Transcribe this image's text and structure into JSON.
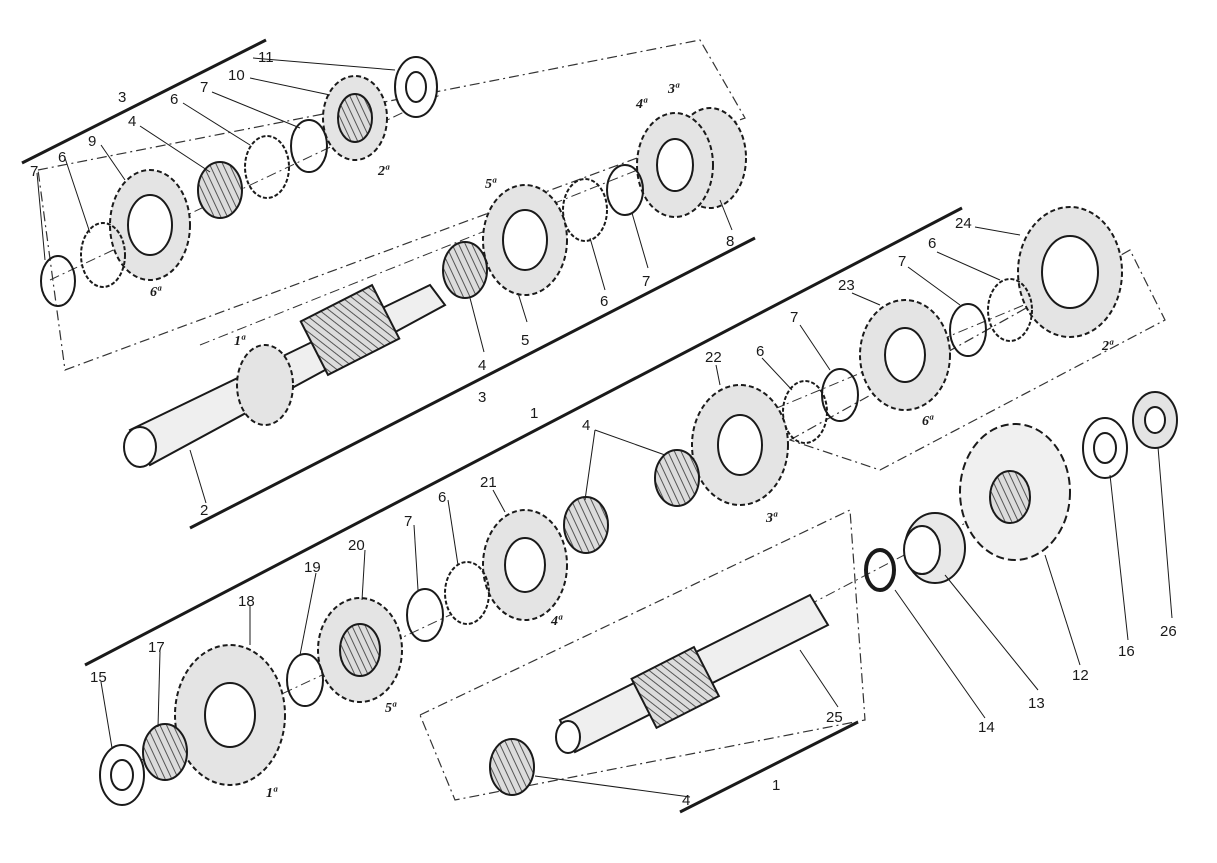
{
  "diagram": {
    "colors": {
      "ink": "#1a1a1a",
      "metal": "#9a9a9a",
      "metal_light": "#d6d6d6",
      "background": "#ffffff"
    },
    "callouts": {
      "n1_top": "1",
      "n1_bottom": "1",
      "n2": "2",
      "n3_top": "3",
      "n3_bottom": "3",
      "n4_a": "4",
      "n4_b": "4",
      "n4_c": "4",
      "n4_d": "4",
      "n5": "5",
      "n6_a": "6",
      "n6_b": "6",
      "n6_c": "6",
      "n6_d": "6",
      "n6_e": "6",
      "n6_f": "6",
      "n7_a": "7",
      "n7_b": "7",
      "n7_c": "7",
      "n7_d": "7",
      "n7_e": "7",
      "n7_f": "7",
      "n8": "8",
      "n9": "9",
      "n10": "10",
      "n11": "11",
      "n12": "12",
      "n13": "13",
      "n14": "14",
      "n15": "15",
      "n16": "16",
      "n17": "17",
      "n18": "18",
      "n19": "19",
      "n20": "20",
      "n21": "21",
      "n22": "22",
      "n23": "23",
      "n24": "24",
      "n25": "25",
      "n26": "26"
    },
    "gear_marks": {
      "top_2a": "2ª",
      "top_6a": "6ª",
      "top_5a": "5ª",
      "top_4a": "4ª",
      "top_3a": "3ª",
      "top_1a": "1ª",
      "mid_2a": "2ª",
      "mid_6a": "6ª",
      "mid_3a": "3ª",
      "mid_4a": "4ª",
      "bot_5a": "5ª",
      "bot_1a": "1ª"
    }
  }
}
